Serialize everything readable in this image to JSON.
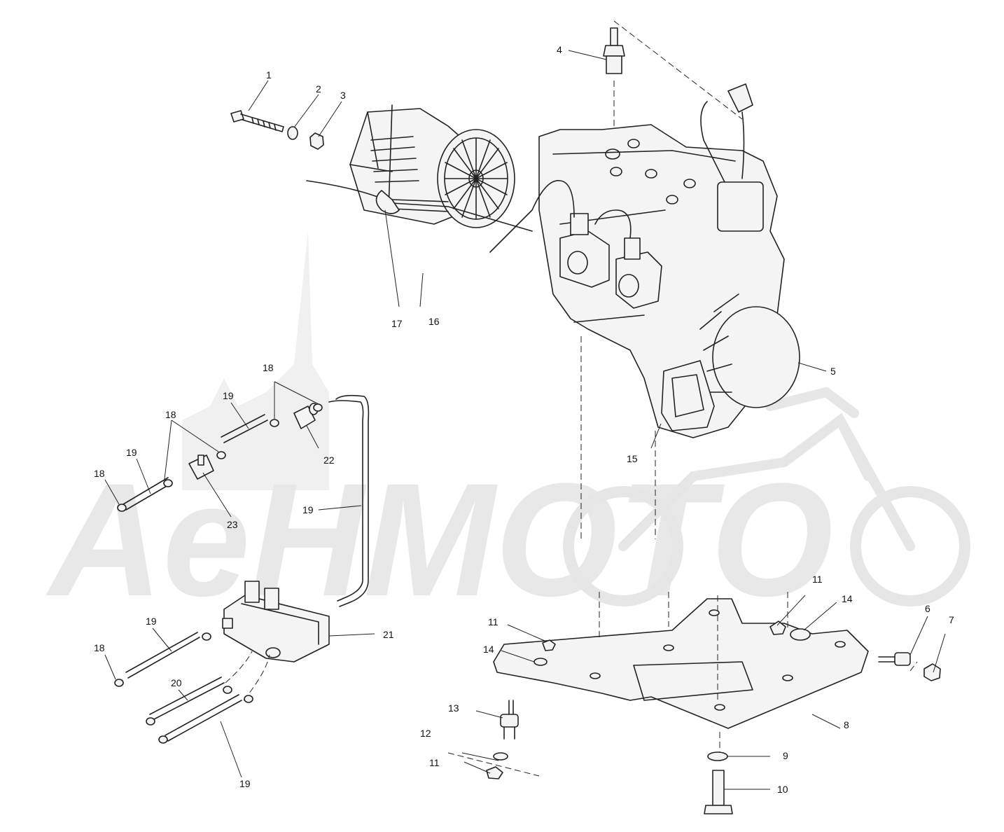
{
  "watermark": {
    "text": "AeHMOTO",
    "color": "#e6e6e6"
  },
  "callouts": [
    {
      "id": "1",
      "label": "1"
    },
    {
      "id": "2",
      "label": "2"
    },
    {
      "id": "3",
      "label": "3"
    },
    {
      "id": "4",
      "label": "4"
    },
    {
      "id": "5",
      "label": "5"
    },
    {
      "id": "6",
      "label": "6"
    },
    {
      "id": "7",
      "label": "7"
    },
    {
      "id": "8",
      "label": "8"
    },
    {
      "id": "9",
      "label": "9"
    },
    {
      "id": "10",
      "label": "10"
    },
    {
      "id": "11a",
      "label": "11"
    },
    {
      "id": "11b",
      "label": "11"
    },
    {
      "id": "11c",
      "label": "11"
    },
    {
      "id": "12",
      "label": "12"
    },
    {
      "id": "13",
      "label": "13"
    },
    {
      "id": "14a",
      "label": "14"
    },
    {
      "id": "14b",
      "label": "14"
    },
    {
      "id": "15",
      "label": "15"
    },
    {
      "id": "16",
      "label": "16"
    },
    {
      "id": "17",
      "label": "17"
    },
    {
      "id": "18a",
      "label": "18"
    },
    {
      "id": "18b",
      "label": "18"
    },
    {
      "id": "18c",
      "label": "18"
    },
    {
      "id": "18d",
      "label": "18"
    },
    {
      "id": "19a",
      "label": "19"
    },
    {
      "id": "19b",
      "label": "19"
    },
    {
      "id": "19c",
      "label": "19"
    },
    {
      "id": "19d",
      "label": "19"
    },
    {
      "id": "19e",
      "label": "19"
    },
    {
      "id": "20",
      "label": "20"
    },
    {
      "id": "21",
      "label": "21"
    },
    {
      "id": "22",
      "label": "22"
    },
    {
      "id": "23",
      "label": "23"
    }
  ]
}
